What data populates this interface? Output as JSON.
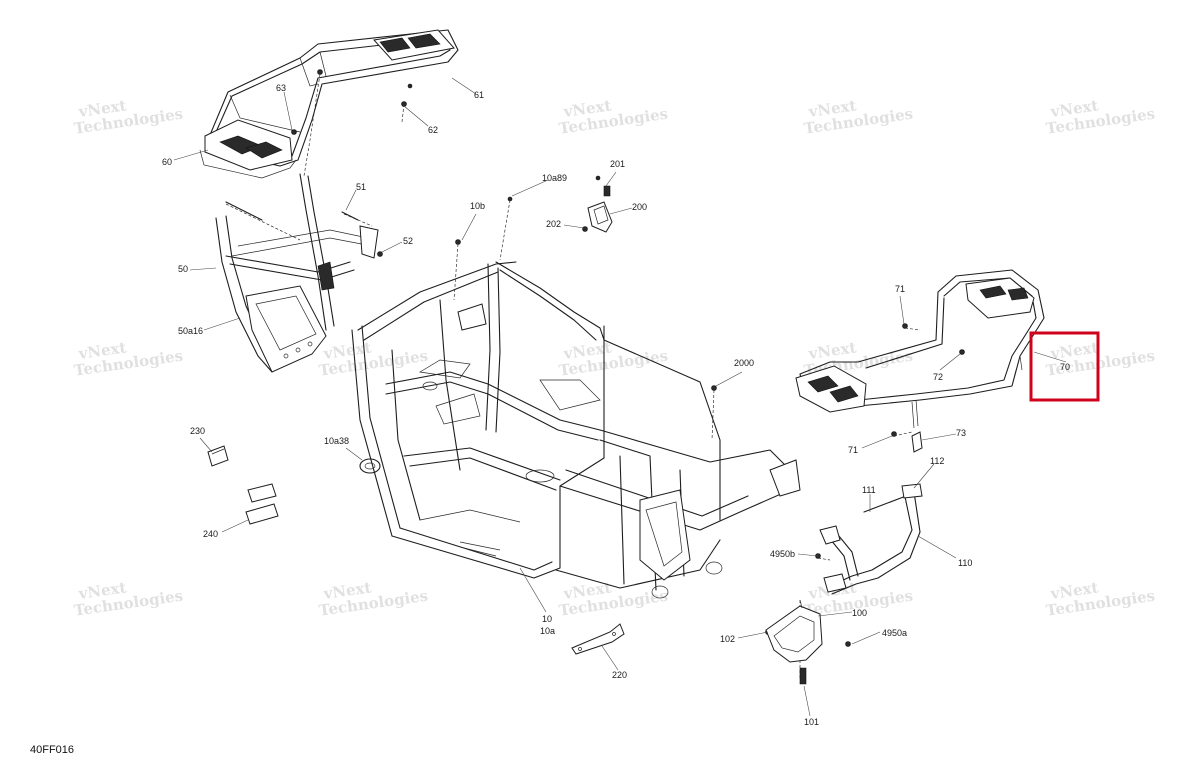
{
  "diagram_code": "40FF016",
  "watermark": {
    "line1": "vNext",
    "line2": "Technologies",
    "text": "vNext Technologies"
  },
  "callouts": {
    "c60": "60",
    "c63": "63",
    "c61": "61",
    "c62": "62",
    "c51": "51",
    "c52": "52",
    "c50": "50",
    "c50a16": "50a16",
    "c10a89": "10a89",
    "c10b": "10b",
    "c201": "201",
    "c200": "200",
    "c202": "202",
    "c2000": "2000",
    "c10a38": "10a38",
    "c230": "230",
    "c240": "240",
    "c10": "10",
    "c10a": "10a",
    "c220": "220",
    "c71a": "71",
    "c72": "72",
    "c70": "70",
    "c71b": "71",
    "c73": "73",
    "c112": "112",
    "c111": "111",
    "c110": "110",
    "c4950b": "4950b",
    "c100": "100",
    "c4950a": "4950a",
    "c102": "102",
    "c101": "101"
  },
  "highlight_color": "#d0021b"
}
